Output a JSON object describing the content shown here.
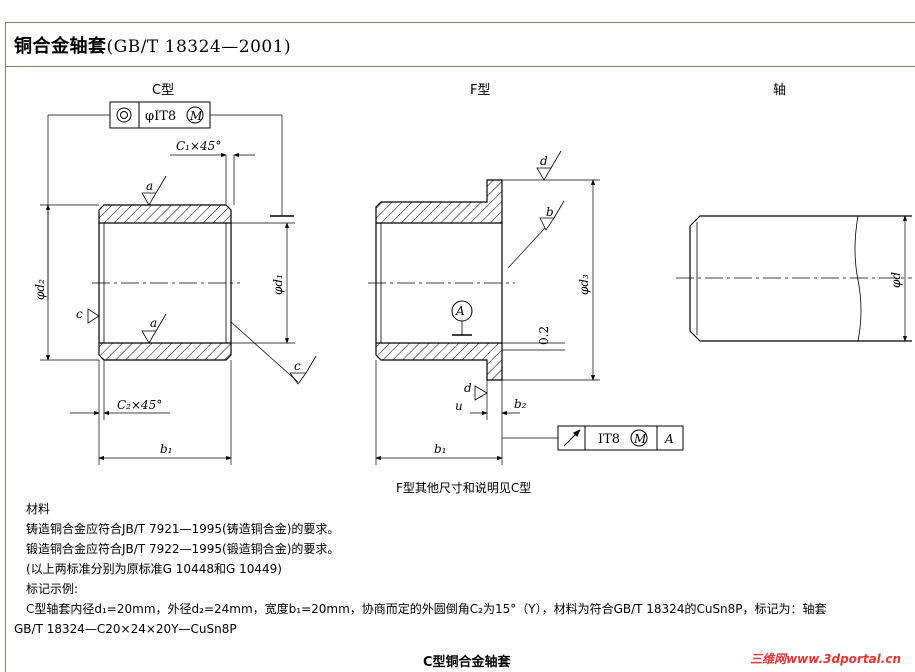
{
  "title": {
    "main": "铜合金轴套",
    "standard": "(GB/T 18324—2001)"
  },
  "views": {
    "c": "C型",
    "f": "F型",
    "shaft": "轴"
  },
  "dims": {
    "chamfer1": "C₁×45°",
    "chamfer2": "C₂×45°",
    "phi_d2": "φd₂",
    "phi_d1": "φd₁",
    "phi_d3": "φd₃",
    "phi_d": "φd",
    "b1": "b₁",
    "b2": "b₂",
    "u": "u",
    "point2": "0.2",
    "rough_a": "a",
    "rough_b": "b",
    "rough_c": "c",
    "rough_d": "d",
    "datum": "A",
    "tol_c": "φIT8",
    "tol_c_m": "M",
    "tol_f": "IT8",
    "tol_f_m": "M",
    "tol_f_datum": "A"
  },
  "caption": "F型其他尺寸和说明见C型",
  "notes": {
    "material_heading": "材料",
    "line1": "铸造铜合金应符合JB/T 7921—1995(铸造铜合金)的要求。",
    "line2": "锻造铜合金应符合JB/T 7922—1995(锻造铜合金)的要求。",
    "line3": "(以上两标准分别为原标准G 10448和G 10449)",
    "marking_heading": "标记示例:",
    "example_a": "C型轴套内径d₁=20mm，外径d₂=24mm，宽度b₁=20mm，协商而定的外圆倒角C₂为15°（Y），材料为符合GB/T 18324的CuSn8P，标记为：轴套",
    "example_b": "GB/T 18324—C20×24×20Y—CuSn8P"
  },
  "footer_title": "C型铜合金轴套",
  "watermark": "三维网www.3dportal.cn"
}
